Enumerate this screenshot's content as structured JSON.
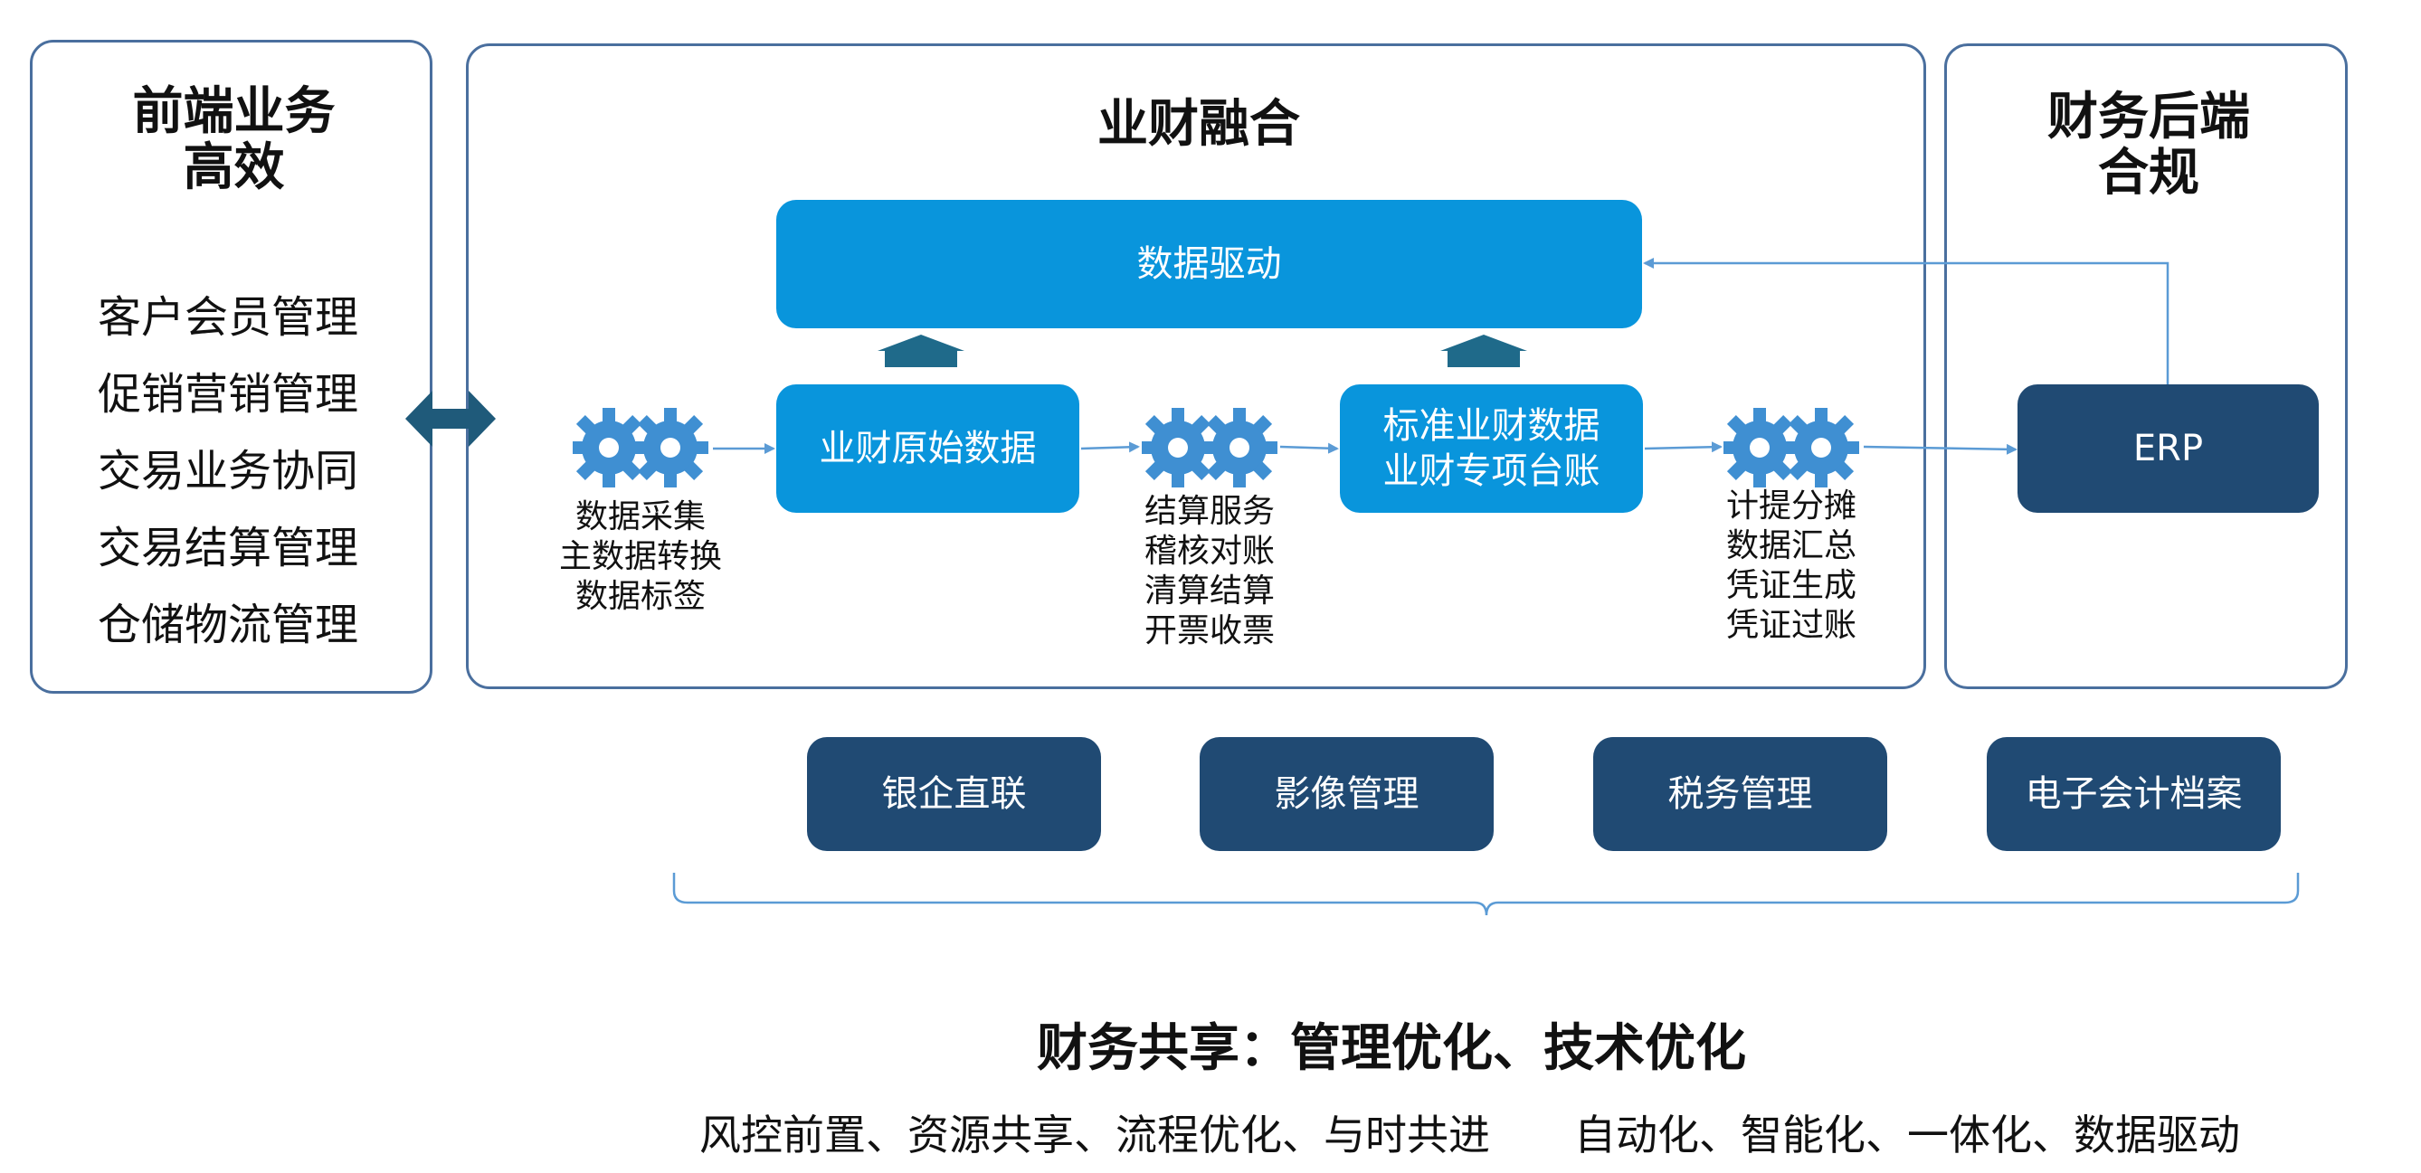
{
  "left_panel": {
    "title": "前端业务\n高效",
    "items": [
      "客户会员管理",
      "促销营销管理",
      "交易业务协同",
      "交易结算管理",
      "仓储物流管理"
    ]
  },
  "center_panel": {
    "title": "业财融合",
    "data_driven": "数据驱动",
    "raw_data": "业财原始数据",
    "standard_data": "标准业财数据\n业财专项台账",
    "steps": [
      {
        "lines": [
          "数据采集",
          "主数据转换",
          "数据标签"
        ]
      },
      {
        "lines": [
          "结算服务",
          "稽核对账",
          "清算结算",
          "开票收票"
        ]
      },
      {
        "lines": [
          "计提分摊",
          "数据汇总",
          "凭证生成",
          "凭证过账"
        ]
      }
    ]
  },
  "right_panel": {
    "title": "财务后端\n合规",
    "erp": "ERP"
  },
  "services": [
    "银企直联",
    "影像管理",
    "税务管理",
    "电子会计档案"
  ],
  "bottom": {
    "title": "财务共享：管理优化、技术优化",
    "left_line": "风控前置、资源共享、流程优化、与时共进",
    "right_line": "自动化、智能化、一体化、数据驱动"
  },
  "colors": {
    "panel_border": "#4a6f9e",
    "primary_blue": "#0995dc",
    "navy": "#204a73",
    "gear": "#3f8fd2",
    "connector": "#5b9bd5"
  },
  "icons": [
    "gear-icon",
    "up-arrow-icon",
    "double-arrow-icon"
  ]
}
